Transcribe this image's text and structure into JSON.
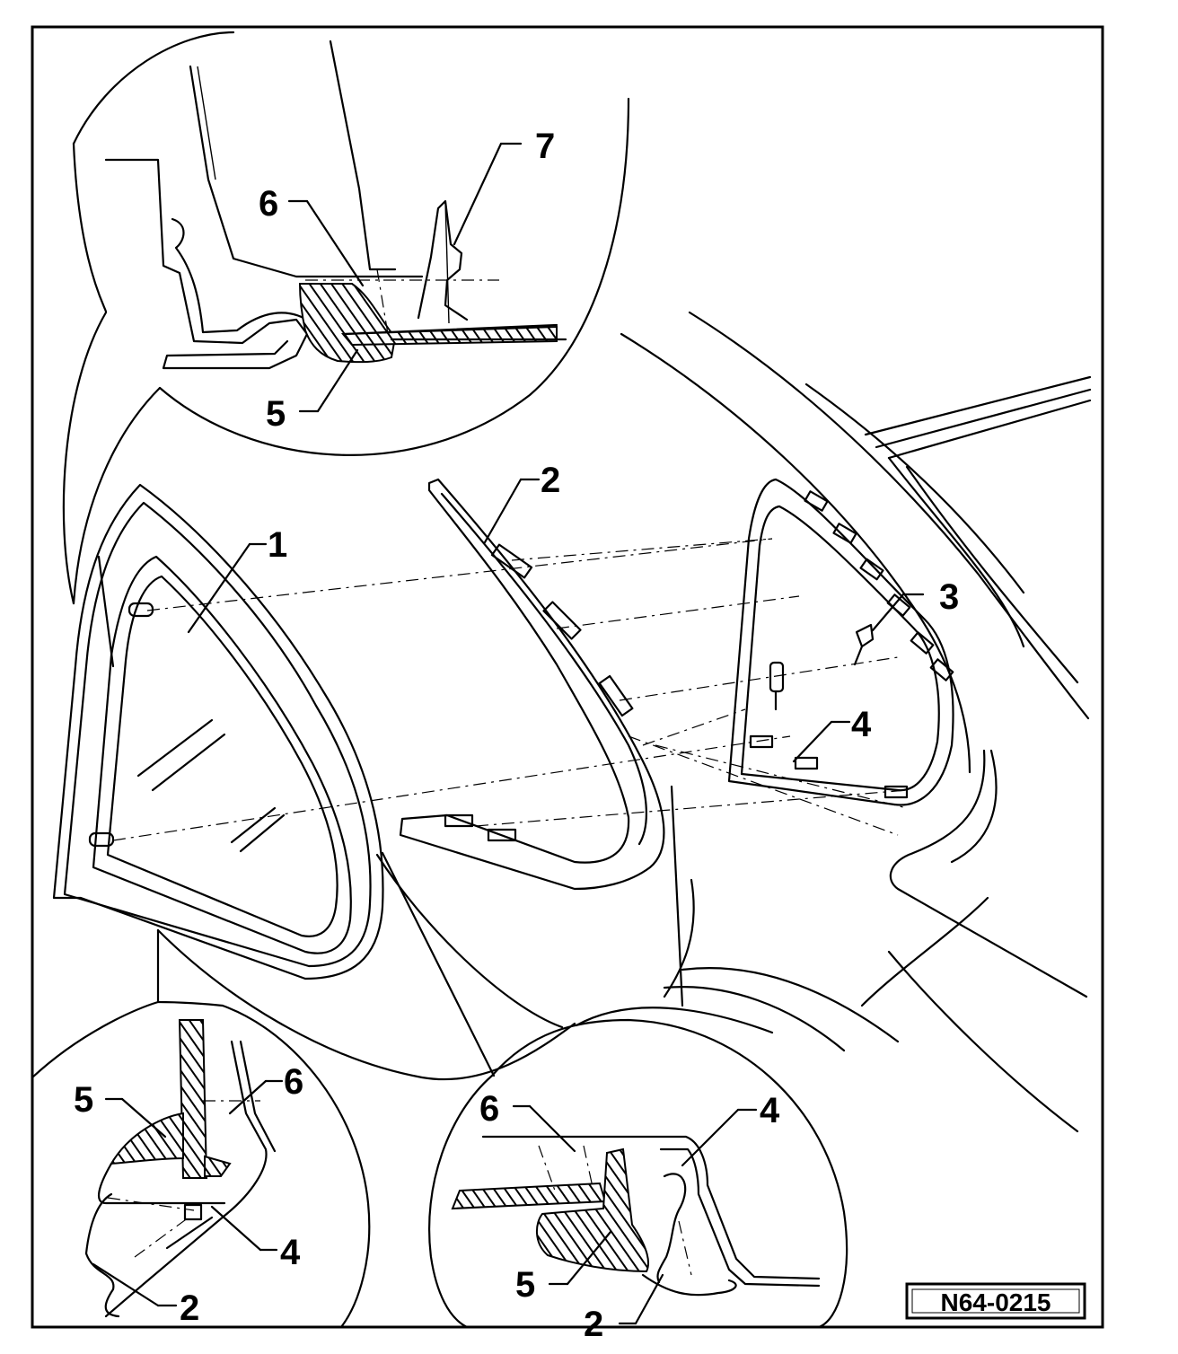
{
  "figure": {
    "reference_code": "N64-0215",
    "callouts": {
      "top_inset": [
        "7",
        "6",
        "5"
      ],
      "main_view": [
        "1",
        "2",
        "3",
        "4"
      ],
      "bottom_left_inset": [
        "5",
        "6",
        "4",
        "2"
      ],
      "bottom_right_inset": [
        "6",
        "4",
        "5",
        "2"
      ]
    }
  }
}
